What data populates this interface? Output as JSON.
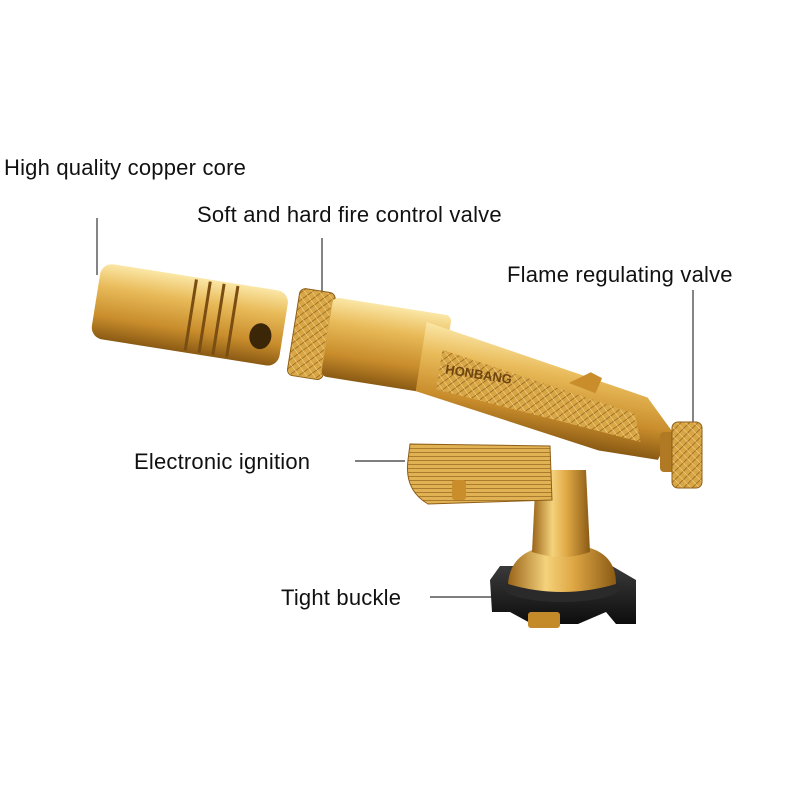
{
  "labels": {
    "copper_core": "High quality copper core",
    "fire_control_valve": "Soft and hard fire control valve",
    "flame_regulating_valve": "Flame regulating valve",
    "electronic_ignition": "Electronic ignition",
    "tight_buckle": "Tight buckle"
  },
  "product": {
    "brand_engraving": "HONBANG"
  },
  "colors": {
    "brass_light": "#f3d27a",
    "brass_mid": "#d8a53f",
    "brass_dark": "#8a5a14",
    "base_black": "#1a1a1a",
    "leader_line": "#333333"
  }
}
